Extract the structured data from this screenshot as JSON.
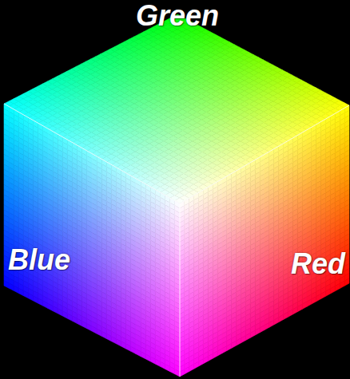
{
  "diagram": {
    "labels": [
      "Green",
      "Blue",
      "Red"
    ]
  }
}
